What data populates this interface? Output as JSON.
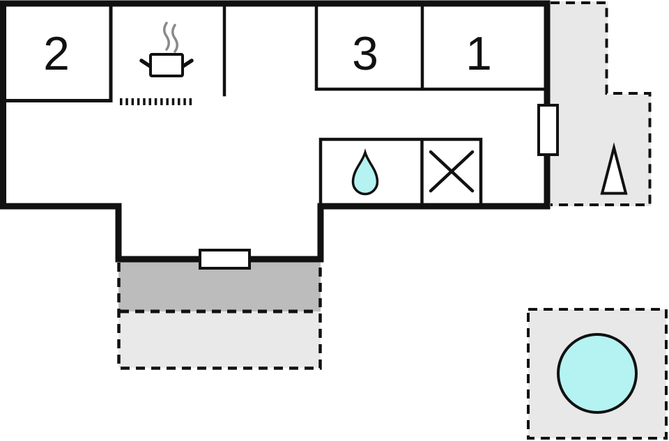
{
  "floorplan": {
    "type": "holiday-home floor plan",
    "rooms": [
      {
        "id": "room-2",
        "label": "2"
      },
      {
        "id": "room-3",
        "label": "3"
      },
      {
        "id": "room-1",
        "label": "1"
      }
    ],
    "symbols": {
      "stove": "stove-pot-icon",
      "kitchen_counter": "kitchen-counter-dotted-line",
      "water": "water-drop-icon",
      "shower": "shower-x-icon",
      "tree": "triangle-marker-icon",
      "hot_tub": "hot-tub-circle-icon",
      "door": "door-marker",
      "window": "window-marker"
    },
    "colors": {
      "wall": "#111111",
      "water_fill": "#b5f2f2",
      "terrace_dark": "#bcbcbc",
      "terrace_light": "#e9e9e9",
      "outdoor_area": "#e8e8e8",
      "steam_gray": "#8a8a8a",
      "background": "#ffffff"
    }
  }
}
